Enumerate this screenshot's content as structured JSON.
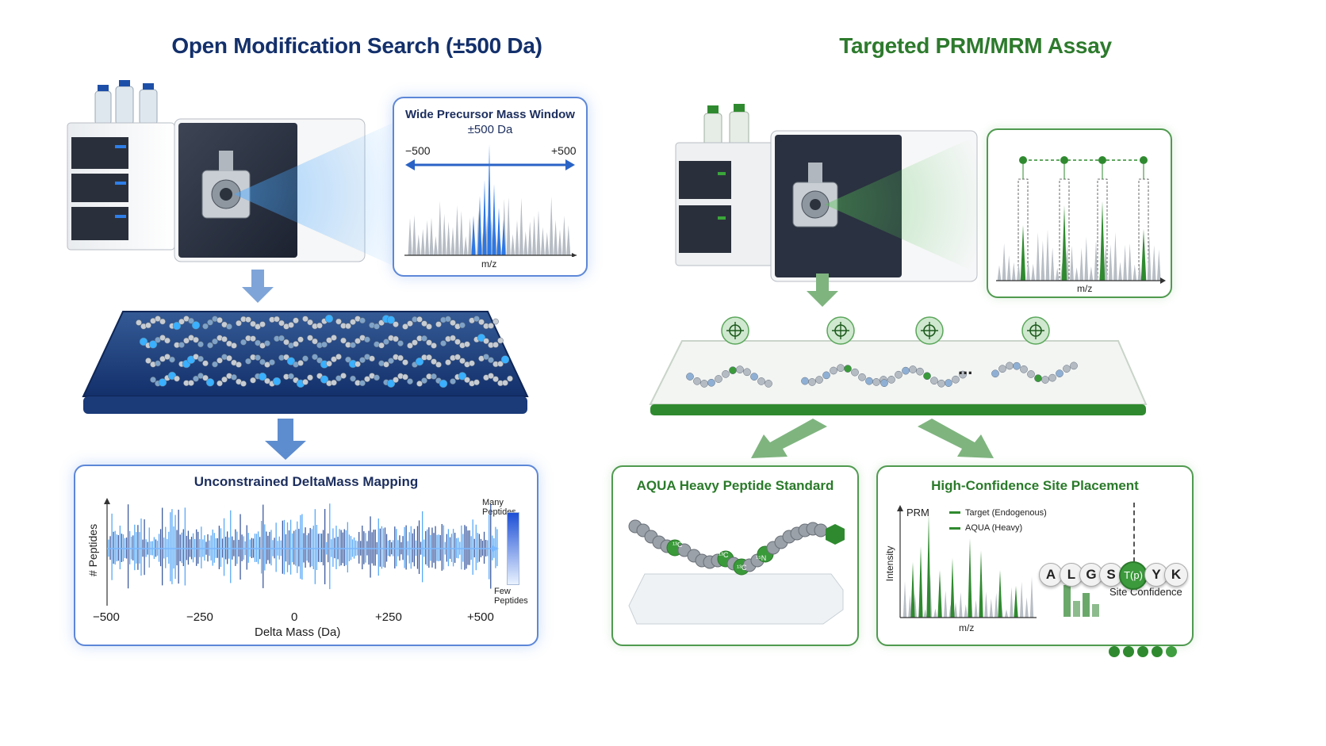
{
  "left": {
    "title": "Open Modification Search (±500 Da)",
    "window_panel": {
      "title_line1": "Wide Precursor Mass Window",
      "title_line2": "±500 Da",
      "left_label": "−500",
      "right_label": "+500",
      "x_axis": "m/z"
    },
    "deltamass_panel": {
      "title": "Unconstrained DeltaMass Mapping",
      "y_axis": "# Peptides",
      "x_axis": "Delta Mass (Da)",
      "ticks": [
        "−500",
        "−250",
        "0",
        "+250",
        "+500"
      ],
      "legend_top": "Many Peptides",
      "legend_bottom": "Few Peptides"
    }
  },
  "right": {
    "title": "Targeted PRM/MRM Assay",
    "targeted_panel": {
      "x_axis": "m/z"
    },
    "ellipsis": "...",
    "aqua_panel": {
      "title": "AQUA Heavy Peptide Standard",
      "isotope_labels": [
        "¹³C",
        "¹³C",
        "¹³C",
        "¹⁵N"
      ]
    },
    "site_panel": {
      "title": "High-Confidence Site Placement",
      "prm_label": "PRM",
      "y_axis": "Intensity",
      "x_axis": "m/z",
      "legend": [
        "Target (Endogenous)",
        "AQUA (Heavy)"
      ],
      "sequence": [
        "A",
        "L",
        "G",
        "S",
        "T(p)",
        "Y",
        "K"
      ],
      "site_confidence": "Site Confidence"
    }
  },
  "colors": {
    "blue_dark": "#13306b",
    "blue_accent": "#1e6fe0",
    "green": "#2d7a2d"
  }
}
